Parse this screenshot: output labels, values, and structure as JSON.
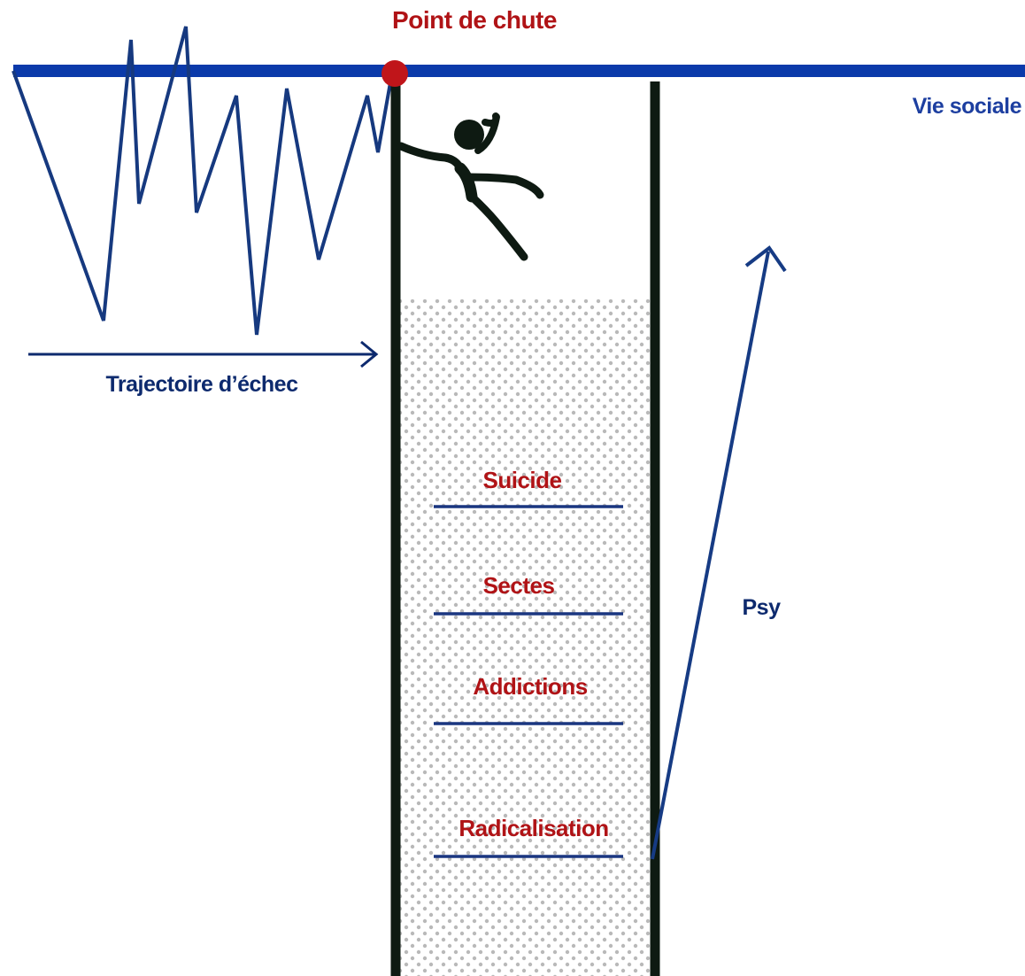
{
  "labels": {
    "fall_point": "Point de chute",
    "social_life": "Vie sociale",
    "failure_trajectory": "Trajectoire d’échec",
    "psy": "Psy"
  },
  "pit_levels": [
    {
      "label": "Suicide"
    },
    {
      "label": "Sectes"
    },
    {
      "label": "Addictions"
    },
    {
      "label": "Radicalisation"
    }
  ],
  "colors": {
    "social_line": "#0b3aaa",
    "trajectory_line": "#16397f",
    "pit_wall": "#0e1a12",
    "fall_point_dot": "#c0151a",
    "red_text": "#b01316",
    "navy_text": "#0d2a6e",
    "pit_dots": "#b9b9b9",
    "level_line": "#1a3680"
  },
  "icons": {
    "falling_person": "falling-person-icon",
    "fall_point": "red-dot-icon"
  }
}
